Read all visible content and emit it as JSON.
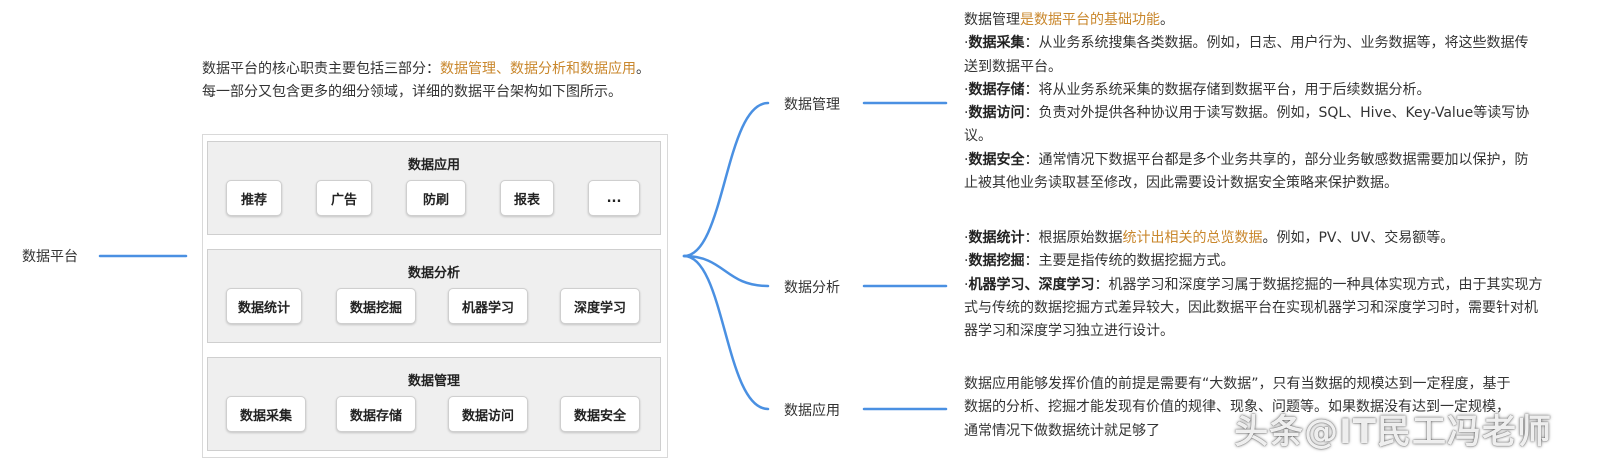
{
  "root": {
    "label": "数据平台"
  },
  "intro": {
    "text1": "数据平台的核心职责主要包括三部分：",
    "highlight": "数据管理、数据分析和数据应用",
    "text2": "。每一部分又包含更多的细分领域，详细的数据平台架构如下图所示。"
  },
  "architecture": {
    "layers": [
      {
        "title": "数据应用",
        "items": [
          "推荐",
          "广告",
          "防刷",
          "报表",
          "..."
        ]
      },
      {
        "title": "数据分析",
        "items": [
          "数据统计",
          "数据挖掘",
          "机器学习",
          "深度学习"
        ]
      },
      {
        "title": "数据管理",
        "items": [
          "数据采集",
          "数据存储",
          "数据访问",
          "数据安全"
        ]
      }
    ]
  },
  "branches": {
    "management": {
      "label": "数据管理",
      "title_plain": "数据管理",
      "title_highlight": "是数据平台的基础功能",
      "title_end": "。",
      "items": [
        {
          "bullet": "·",
          "term": "数据采集",
          "text": "：从业务系统搜集各类数据。例如，日志、用户行为、业务数据等，将这些数据传送到数据平台。"
        },
        {
          "bullet": "·",
          "term": "数据存储",
          "text": "：将从业务系统采集的数据存储到数据平台，用于后续数据分析。"
        },
        {
          "bullet": "·",
          "term": "数据访问",
          "text": "：负责对外提供各种协议用于读写数据。例如，SQL、Hive、Key-Value等读写协议。"
        },
        {
          "bullet": "·",
          "term": "数据安全",
          "text": "：通常情况下数据平台都是多个业务共享的，部分业务敏感数据需要加以保护，防止被其他业务读取甚至修改，因此需要设计数据安全策略来保护数据。"
        }
      ]
    },
    "analysis": {
      "label": "数据分析",
      "items": [
        {
          "bullet": "·",
          "term": "数据统计",
          "text_before": "：根据原始数据",
          "highlight": "统计出相关的总览数据",
          "text_after": "。例如，PV、UV、交易额等。"
        },
        {
          "bullet": "·",
          "term": "数据挖掘",
          "text_before": "：主要是指传统的数据挖掘方式。",
          "highlight": "",
          "text_after": ""
        },
        {
          "bullet": "·",
          "term": "机器学习、深度学习",
          "text_before": "：机器学习和深度学习属于数据挖掘的一种具体实现方式，由于其实现方式与传统的数据挖掘方式差异较大，因此数据平台在实现机器学习和深度学习时，需要针对机器学习和深度学习独立进行设计。",
          "highlight": "",
          "text_after": ""
        }
      ]
    },
    "application": {
      "label": "数据应用",
      "text": "数据应用能够发挥价值的前提是需要有“大数据”，只有当数据的规模达到一定程度，基于数据的分析、挖掘才能发现有价值的规律、现象、问题等。如果数据没有达到一定规模，通常情况下做数据统计就足够了"
    }
  },
  "watermark": "头条@IT民工冯老师",
  "colors": {
    "connector": "#4a90e2",
    "highlight": "#c9872c",
    "layer_bg": "#efefef"
  }
}
